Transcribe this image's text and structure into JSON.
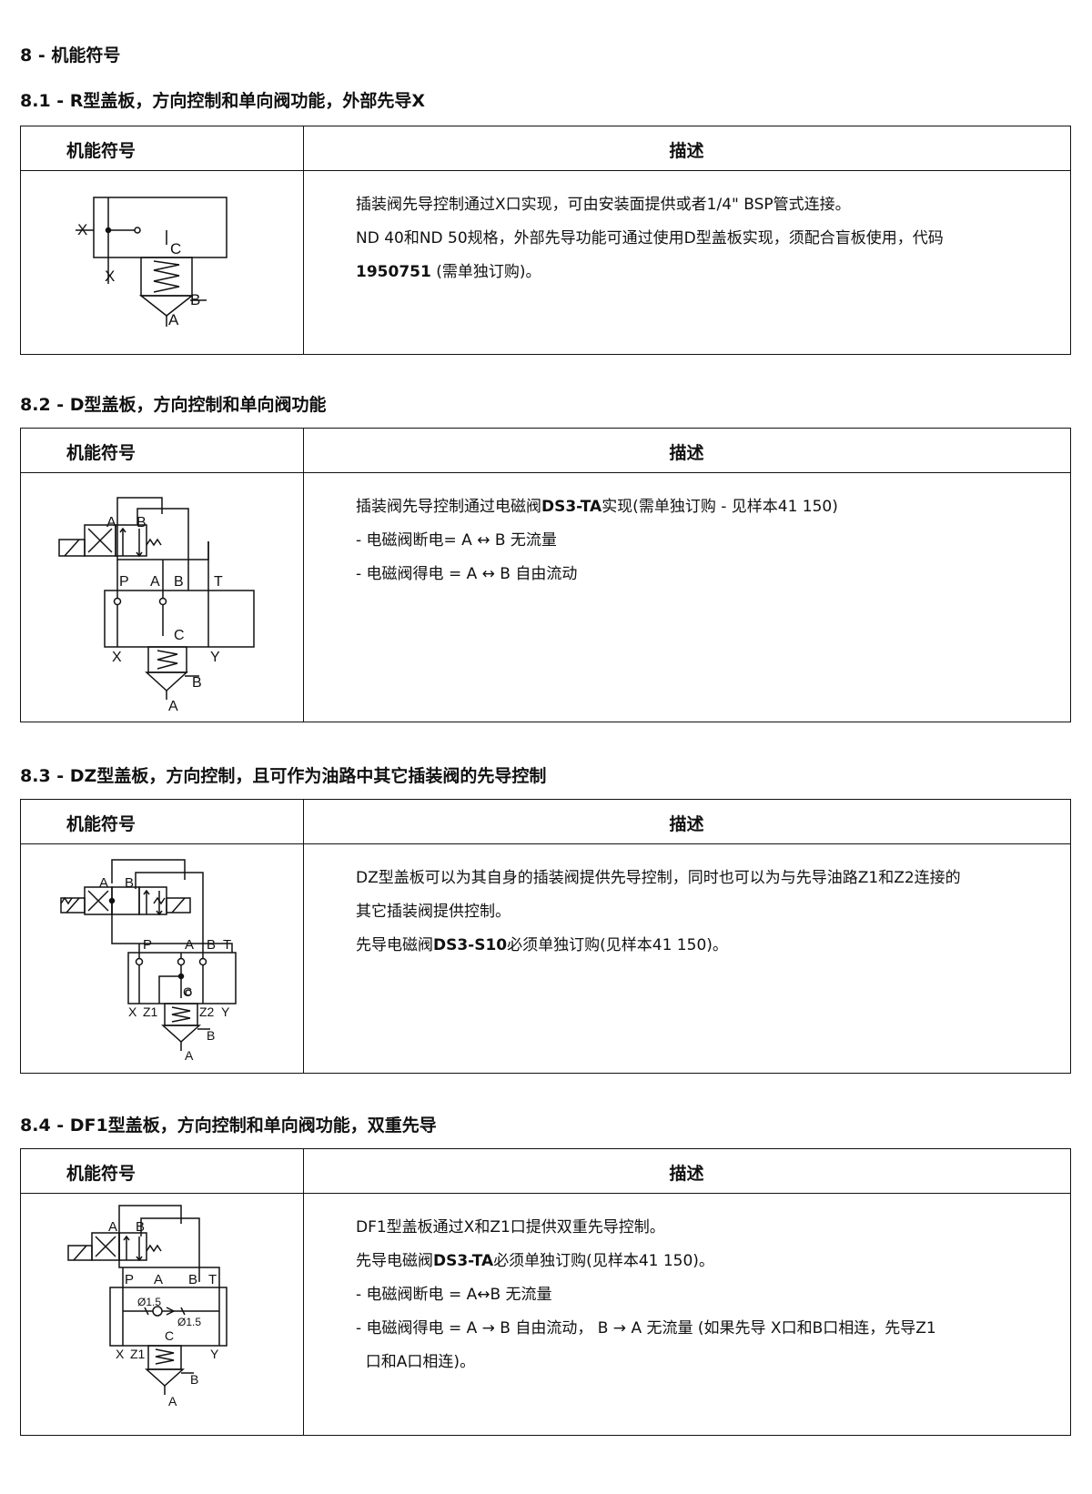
{
  "page_heading": "8 - 机能符号",
  "table_header": {
    "symbol": "机能符号",
    "description": "描述"
  },
  "sections": [
    {
      "title": "8.1 - R型盖板，方向控制和单向阀功能，外部先导X",
      "labels": {
        "x1": "X",
        "c": "C",
        "x2": "X",
        "b": "B",
        "a": "A"
      },
      "lines": [
        {
          "text": "插装阀先导控制通过X口实现，可由安装面提供或者1/4\" BSP管式连接。"
        },
        {
          "text": "ND 40和ND 50规格，外部先导功能可通过使用D型盖板实现，须配合盲板使用，代码"
        },
        {
          "bold": "1950751",
          "text": " (需单独订购)。"
        }
      ]
    },
    {
      "title": "8.2 - D型盖板，方向控制和单向阀功能",
      "labels": {
        "va": "A",
        "vb": "B",
        "p": "P",
        "a": "A",
        "b": "B",
        "t": "T",
        "c": "C",
        "x": "X",
        "y": "Y",
        "bb": "B",
        "ab": "A"
      },
      "lines": [
        {
          "pre": "插装阀先导控制通过电磁阀",
          "bold": "DS3-TA",
          "text": "实现(需单独订购 - 见样本41 150)"
        },
        {
          "text": "- 电磁阀断电=  A ↔ B 无流量"
        },
        {
          "text": "- 电磁阀得电 =  A ↔ B 自由流动"
        }
      ]
    },
    {
      "title": "8.3 - DZ型盖板，方向控制，且可作为油路中其它插装阀的先导控制",
      "labels": {
        "va": "A",
        "vb": "B",
        "p": "P",
        "a": "A",
        "b": "B",
        "t": "T",
        "c": "C",
        "x": "X",
        "z1": "Z1",
        "z2": "Z2",
        "y": "Y",
        "bb": "B",
        "ab": "A"
      },
      "lines": [
        {
          "text": "DZ型盖板可以为其自身的插装阀提供先导控制，同时也可以为与先导油路Z1和Z2连接的"
        },
        {
          "text": "其它插装阀提供控制。"
        },
        {
          "pre": "先导电磁阀",
          "bold": "DS3-S10",
          "text": "必须单独订购(见样本41 150)。"
        }
      ]
    },
    {
      "title": "8.4 - DF1型盖板，方向控制和单向阀功能，双重先导",
      "labels": {
        "va": "A",
        "vb": "B",
        "p": "P",
        "a": "A",
        "b": "B",
        "t": "T",
        "o1": "Ø1.5",
        "o2": "Ø1.5",
        "c": "C",
        "x": "X",
        "z1": "Z1",
        "y": "Y",
        "bb": "B",
        "ab": "A"
      },
      "lines": [
        {
          "text": "DF1型盖板通过X和Z1口提供双重先导控制。"
        },
        {
          "pre": "先导电磁阀",
          "bold": "DS3-TA",
          "text": "必须单独订购(见样本41 150)。"
        },
        {
          "text": "- 电磁阀断电 =  A↔B  无流量"
        },
        {
          "text": "- 电磁阀得电 = A → B 自由流动，  B → A 无流量 (如果先导 X口和B口相连，先导Z1"
        },
        {
          "text": "  口和A口相连)。"
        }
      ]
    }
  ]
}
